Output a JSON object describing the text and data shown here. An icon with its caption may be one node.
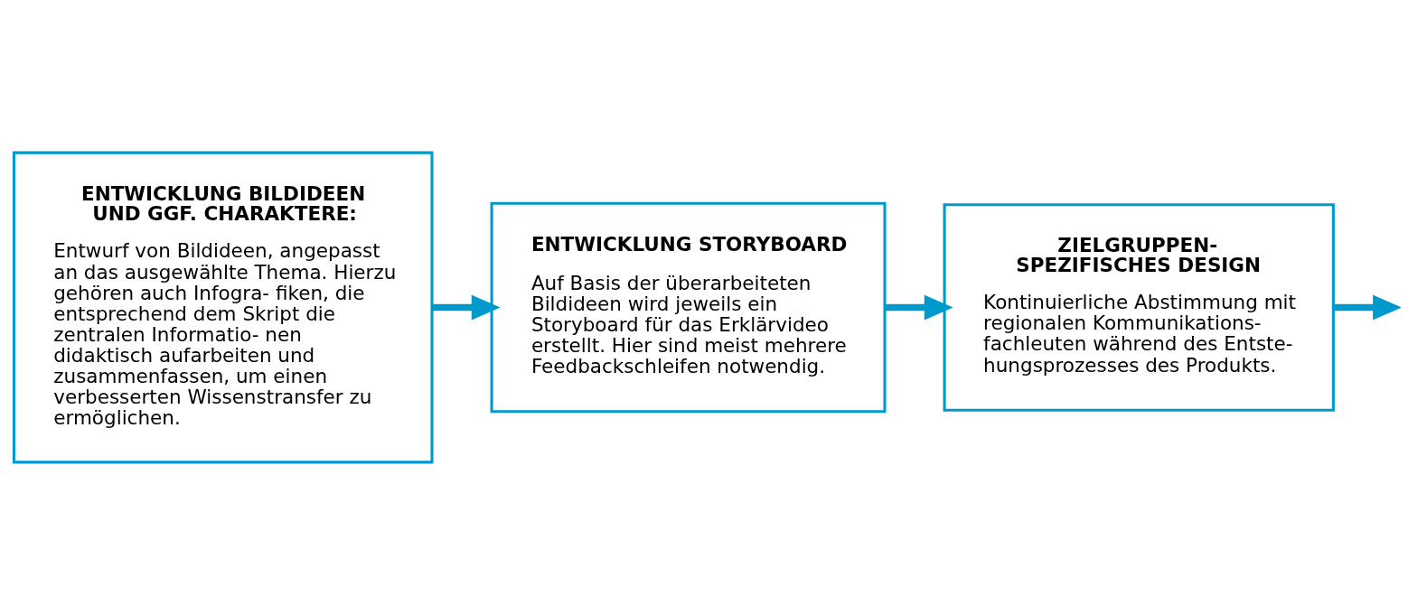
{
  "diagram": {
    "nodes": [
      {
        "text": [
          "ENTWICKLUNG BILDIDEEN UND GGF. CHARAKTERE:",
          "Entwurf von Bildideen, angepasst an das ausgewählte Thema. Hierzu gehören auch Infogra- fiken, die entsprechend dem Skript die zentralen Informatio- nen didaktisch aufarbeiten und zusammenfassen, um einen verbesserten Wissenstransfer zu ermöglichen."
        ]
      },
      {
        "text": [
          "ENTWICKLUNG STORYBOARD",
          "Auf Basis der überarbeiteten Bildideen wird jeweils ein Storyboard für das Erklärvideo erstellt. Hier sind meist mehrere Feedbackschleifen notwendig."
        ]
      },
      {
        "text": [
          "ZIELGRUPPEN- SPEZIFISCHES DESIGN",
          "Kontinuierliche Abstimmung mit regionalen Kommunikations- fachleuten während des Entste- hungsprozesses des Produkts."
        ]
      }
    ],
    "edges": [
      {
        "from": 0,
        "to": 1,
        "arrow": "to"
      },
      {
        "from": 1,
        "to": 2,
        "arrow": "to"
      },
      {
        "from": 2,
        "to": null,
        "arrow": "to"
      }
    ]
  }
}
